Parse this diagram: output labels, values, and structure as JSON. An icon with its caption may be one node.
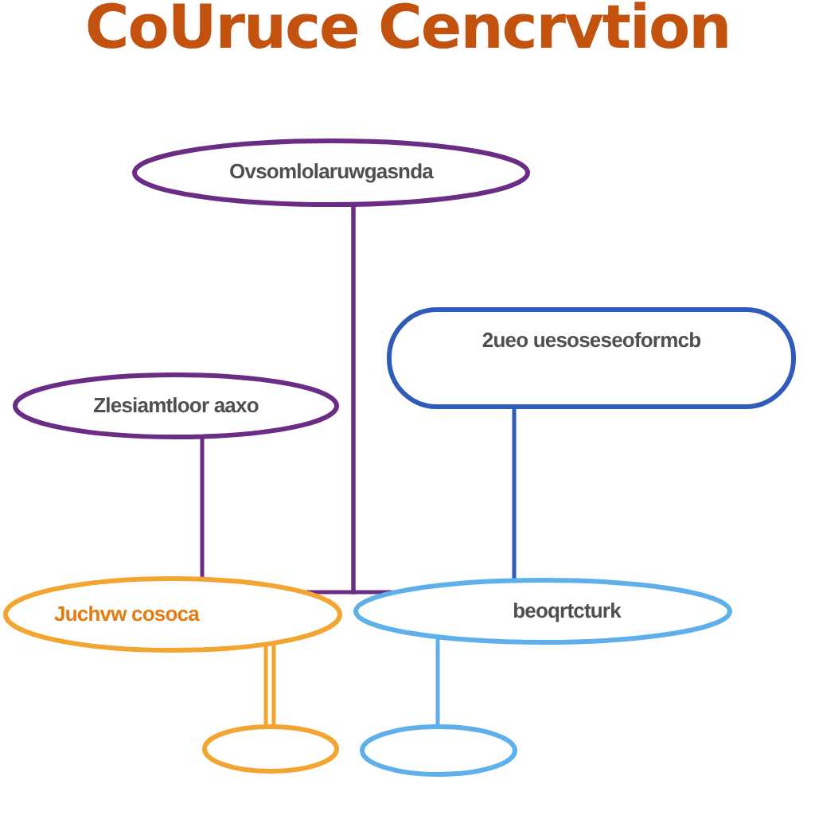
{
  "diagram": {
    "title": "CoUruce Cencrvtion",
    "nodes": [
      {
        "text": [
          "Ovsomlolaruwgasnda"
        ]
      },
      {
        "text": [
          "Zlesiamtloor aaxo"
        ]
      },
      {
        "text": [
          "2ueo uesoseseoformcb"
        ]
      },
      {
        "text": [
          "Juchvw cosoca"
        ]
      },
      {
        "text": [
          "beoqrtcturk"
        ]
      },
      {
        "text": [],
        "shape": "ellipse"
      },
      {
        "text": [],
        "shape": "ellipse"
      }
    ],
    "edges": [
      {
        "from": 0,
        "to": 3,
        "arrow": "none"
      },
      {
        "from": 0,
        "to": 4,
        "arrow": "none"
      },
      {
        "from": 1,
        "to": 3,
        "arrow": "none"
      },
      {
        "from": 2,
        "to": 4,
        "arrow": "none",
        "color": "#2f5cb8"
      },
      {
        "from": 3,
        "to": 5,
        "arrow": "none",
        "color": "#f2a52a"
      },
      {
        "from": 4,
        "to": 6,
        "arrow": "none",
        "color": "#62aee8"
      }
    ]
  }
}
